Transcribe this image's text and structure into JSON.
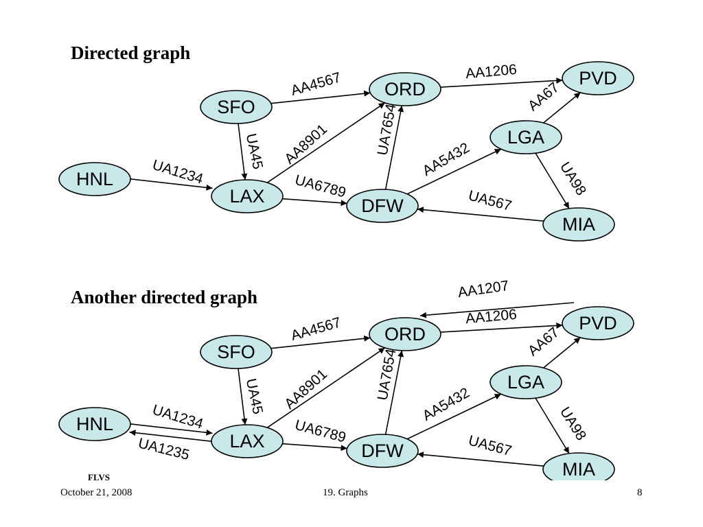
{
  "slide": {
    "heading_1": "Directed graph",
    "heading_2": "Another directed graph",
    "footer": {
      "org": "FLVS",
      "date": "October 21, 2008",
      "title": "19. Graphs",
      "page": "8"
    }
  },
  "colors": {
    "node_fill": "#c9e8ea",
    "stroke": "#000000"
  },
  "graph_1": {
    "nodes": [
      "SFO",
      "ORD",
      "PVD",
      "LGA",
      "HNL",
      "LAX",
      "DFW",
      "MIA"
    ],
    "edges": [
      {
        "from": "SFO",
        "to": "ORD",
        "label": "AA4567"
      },
      {
        "from": "ORD",
        "to": "PVD",
        "label": "AA1206"
      },
      {
        "from": "LGA",
        "to": "PVD",
        "label": "AA67"
      },
      {
        "from": "SFO",
        "to": "LAX",
        "label": "UA45"
      },
      {
        "from": "LAX",
        "to": "ORD",
        "label": "AA8901"
      },
      {
        "from": "DFW",
        "to": "ORD",
        "label": "UA7654"
      },
      {
        "from": "DFW",
        "to": "LGA",
        "label": "AA5432"
      },
      {
        "from": "HNL",
        "to": "LAX",
        "label": "UA1234"
      },
      {
        "from": "LAX",
        "to": "DFW",
        "label": "UA6789"
      },
      {
        "from": "LGA",
        "to": "MIA",
        "label": "UA98"
      },
      {
        "from": "MIA",
        "to": "DFW",
        "label": "UA567"
      }
    ]
  },
  "graph_2": {
    "nodes": [
      "SFO",
      "ORD",
      "PVD",
      "LGA",
      "HNL",
      "LAX",
      "DFW",
      "MIA"
    ],
    "edges": [
      {
        "from": "PVD",
        "to": "ORD",
        "label": "AA1207"
      },
      {
        "from": "SFO",
        "to": "ORD",
        "label": "AA4567"
      },
      {
        "from": "ORD",
        "to": "PVD",
        "label": "AA1206"
      },
      {
        "from": "LGA",
        "to": "PVD",
        "label": "AA67"
      },
      {
        "from": "SFO",
        "to": "LAX",
        "label": "UA45"
      },
      {
        "from": "LAX",
        "to": "ORD",
        "label": "AA8901"
      },
      {
        "from": "DFW",
        "to": "ORD",
        "label": "UA7654"
      },
      {
        "from": "DFW",
        "to": "LGA",
        "label": "AA5432"
      },
      {
        "from": "HNL",
        "to": "LAX",
        "label": "UA1234"
      },
      {
        "from": "LAX",
        "to": "HNL",
        "label": "UA1235"
      },
      {
        "from": "LAX",
        "to": "DFW",
        "label": "UA6789"
      },
      {
        "from": "LGA",
        "to": "MIA",
        "label": "UA98"
      },
      {
        "from": "MIA",
        "to": "DFW",
        "label": "UA567"
      }
    ]
  }
}
